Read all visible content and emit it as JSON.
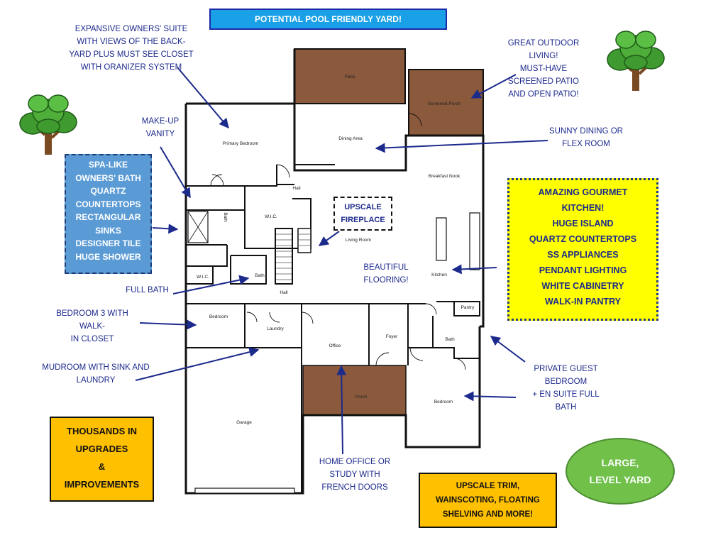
{
  "header": {
    "title": "POTENTIAL POOL FRIENDLY YARD!"
  },
  "rooms": {
    "patio": "Patio",
    "screened_porch": "Screened Porch",
    "primary_bedroom": "Primary Bedroom",
    "dining_area": "Dining Area",
    "breakfast_nook": "Breakfast Nook",
    "hall_upper": "Hall",
    "bath_primary": "Bath",
    "wic_primary": "W.I.C.",
    "living_room": "Living Room",
    "kitchen": "Kitchen",
    "wic_small": "W.I.C.",
    "bath_full": "Bath",
    "hall_lower": "Hall",
    "bedroom_3": "Bedroom",
    "laundry": "Laundry",
    "office": "Office",
    "foyer": "Foyer",
    "pantry": "Pantry",
    "bath_guest": "Bath",
    "porch": "Porch",
    "garage": "Garage",
    "bedroom_guest": "Bedroom"
  },
  "annotations": {
    "owners_suite": "EXPANSIVE OWNERS' SUITE\nWITH VIEWS OF THE BACK-\nYARD PLUS MUST SEE CLOSET\nWITH ORANIZER SYSTEM",
    "outdoor_living": "GREAT OUTDOOR\nLIVING!\nMUST-HAVE\nSCREENED PATIO\nAND OPEN PATIO!",
    "makeup_vanity": "MAKE-UP\nVANITY",
    "dining": "SUNNY DINING OR\nFLEX ROOM",
    "flooring": "BEAUTIFUL\nFLOORING!",
    "full_bath": "FULL BATH",
    "bedroom3": "BEDROOM 3 WITH WALK-\nIN CLOSET",
    "mudroom": "MUDROOM WITH SINK AND\nLAUNDRY",
    "home_office": "HOME OFFICE OR\nSTUDY WITH\nFRENCH DOORS",
    "guest_bedroom": "PRIVATE GUEST\nBEDROOM\n+ EN SUITE FULL\nBATH"
  },
  "callouts": {
    "spa": "SPA-LIKE\nOWNERS' BATH\nQUARTZ\nCOUNTERTOPS\nRECTANGULAR\nSINKS\nDESIGNER TILE\nHUGE SHOWER",
    "kitchen": "AMAZING GOURMET\nKITCHEN!\nHUGE ISLAND\nQUARTZ COUNTERTOPS\nSS APPLIANCES\nPENDANT LIGHTING\nWHITE CABINETRY\nWALK-IN PANTRY",
    "fireplace": "UPSCALE\nFIREPLACE",
    "thousands": "THOUSANDS IN\nUPGRADES\n&\nIMPROVEMENTS",
    "trim": "UPSCALE TRIM,\nWAINSCOTING, FLOATING\nSHELVING AND MORE!",
    "yard": "LARGE,\nLEVEL YARD"
  },
  "colors": {
    "annotation_text": "#1c2a8c",
    "title_bg": "#1aa0e6",
    "spa_bg": "#5b9bd5",
    "kitchen_bg": "#ffff00",
    "upgrade_bg": "#ffc000",
    "yard_bg": "#70c04a",
    "deck_brown": "#8b5a3c",
    "wall": "#111111"
  },
  "icons": [
    "tree-icon",
    "arrow-icon"
  ]
}
